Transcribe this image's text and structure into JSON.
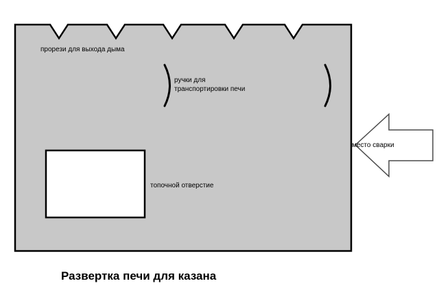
{
  "colors": {
    "sheet_fill": "#c8c8c8",
    "outline": "#000000",
    "opening_fill": "#ffffff",
    "arrow_fill": "#ffffff"
  },
  "labels": {
    "smoke_slots": "прорези для выхода дыма",
    "handles_line1": "ручки для",
    "handles_line2": "транспортировки печи",
    "firebox_opening": "топочной отверстие",
    "weld_place": "место сварки"
  },
  "caption": "Развертка печи для казана"
}
